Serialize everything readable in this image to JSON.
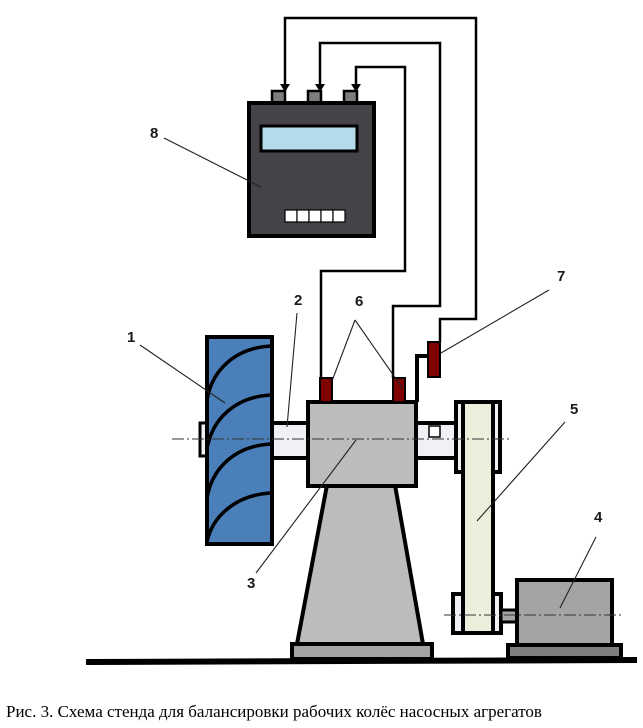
{
  "labels": {
    "wheel": "1",
    "shaft": "2",
    "bearing_housing": "3",
    "motor": "4",
    "belt": "5",
    "vibration_sensors": "6",
    "phase_sensor": "7",
    "instrument": "8"
  },
  "caption": "Рис. 3. Схема стенда для балансировки рабочих колёс насосных агрегатов",
  "colors": {
    "wheel": "#4a7fba",
    "housing": "#bbbdbb",
    "instrument": "#454347",
    "screen": "#b3dbea",
    "sensor": "#800000",
    "belt": "#ebf0dc",
    "shaft": "#f2f0f5",
    "motor": "#a3a4a3"
  }
}
